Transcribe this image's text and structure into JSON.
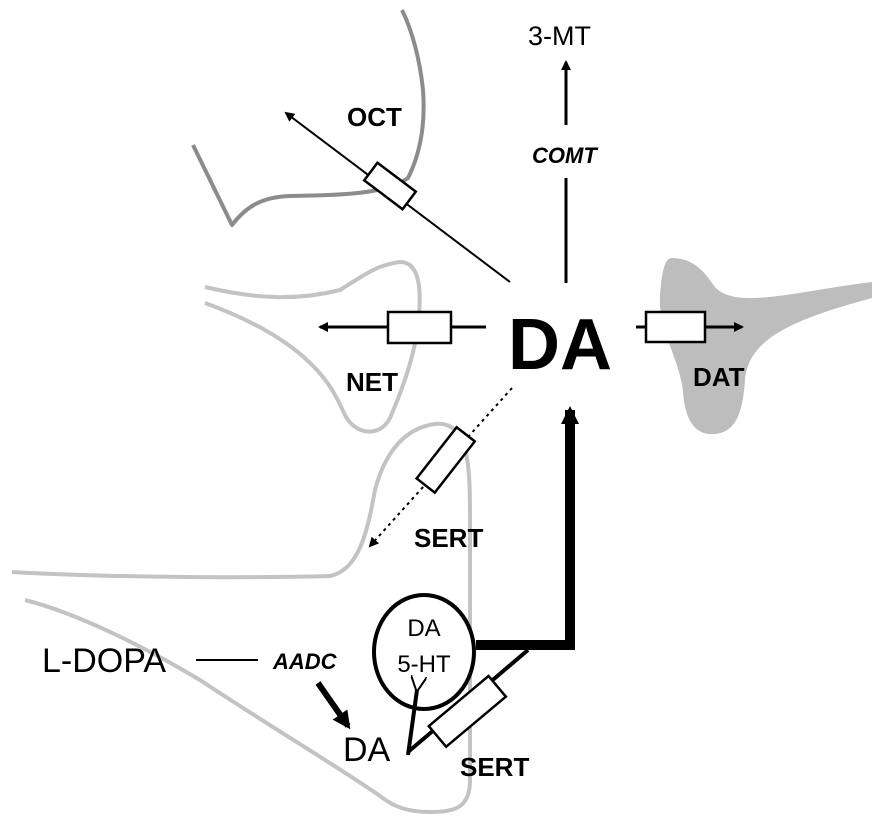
{
  "labels": {
    "da_main": "DA",
    "three_mt": "3-MT",
    "comt": "COMT",
    "oct": "OCT",
    "net": "NET",
    "dat": "DAT",
    "sert_upper": "SERT",
    "sert_lower": "SERT",
    "ldopa": "L-DOPA",
    "aadc": "AADC",
    "da_small": "DA",
    "vesicle_da": "DA",
    "vesicle_5ht": "5-HT"
  },
  "colors": {
    "outline_dark_gray": "#8c8c8c",
    "outline_light_gray": "#c3c3c3",
    "dat_cell_fill": "#bdbdbd",
    "ink": "#000000"
  }
}
